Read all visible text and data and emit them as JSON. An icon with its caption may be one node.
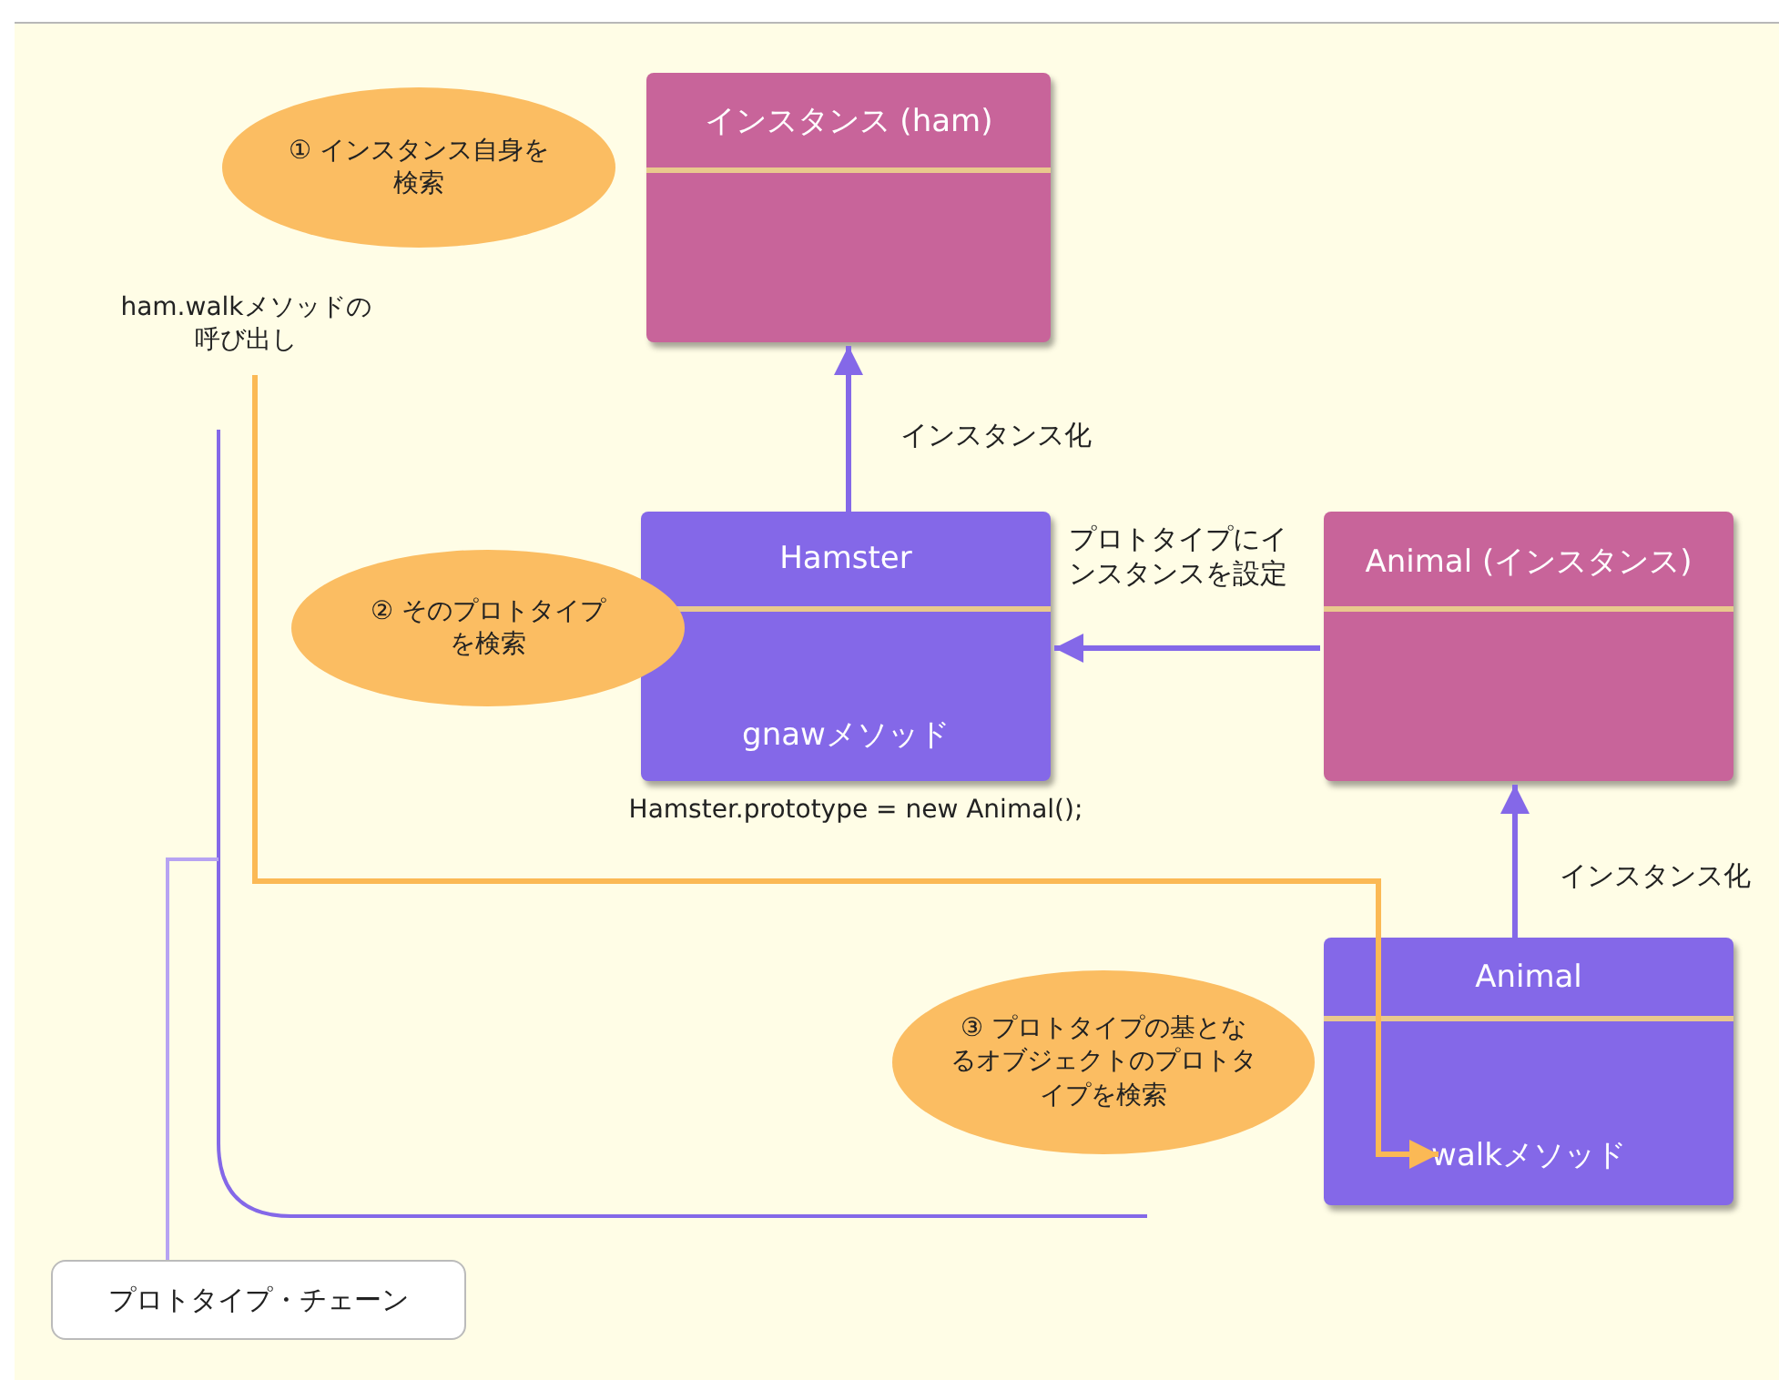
{
  "diagram": {
    "nodes": [
      {
        "text": [
          "① インスタンス自身を検索"
        ]
      },
      {
        "text": [
          "インスタンス (ham)"
        ]
      },
      {
        "text": [
          "ham.walkメソッドの呼び出し"
        ]
      },
      {
        "text": [
          "Hamster",
          "gnawメソッド"
        ],
        "beside": [
          "Hamster.prototype = new Animal();"
        ]
      },
      {
        "text": [
          "② そのプロトタイプを検索"
        ]
      },
      {
        "text": [
          "Animal (インスタンス)"
        ]
      },
      {
        "text": [
          "③ プロトタイプの基となるオブジェクトのプロトタイプを検索"
        ]
      },
      {
        "text": [
          "Animal",
          "walkメソッド"
        ]
      },
      {
        "text": [
          "プロトタイプ・チェーン"
        ]
      }
    ],
    "edges": [
      {
        "from": 3,
        "to": 1,
        "arrow": "to",
        "label": "インスタンス化"
      },
      {
        "from": 5,
        "to": 3,
        "arrow": "to",
        "label": "プロトタイプにインスタンスを設定"
      },
      {
        "from": 7,
        "to": 5,
        "arrow": "to",
        "label": "インスタンス化"
      },
      {
        "from": 2,
        "to": 7,
        "arrow": "to",
        "color": "#fbb955"
      },
      {
        "from": 8,
        "to": null,
        "arrow": "none",
        "color": "#b7a3f2"
      }
    ]
  }
}
